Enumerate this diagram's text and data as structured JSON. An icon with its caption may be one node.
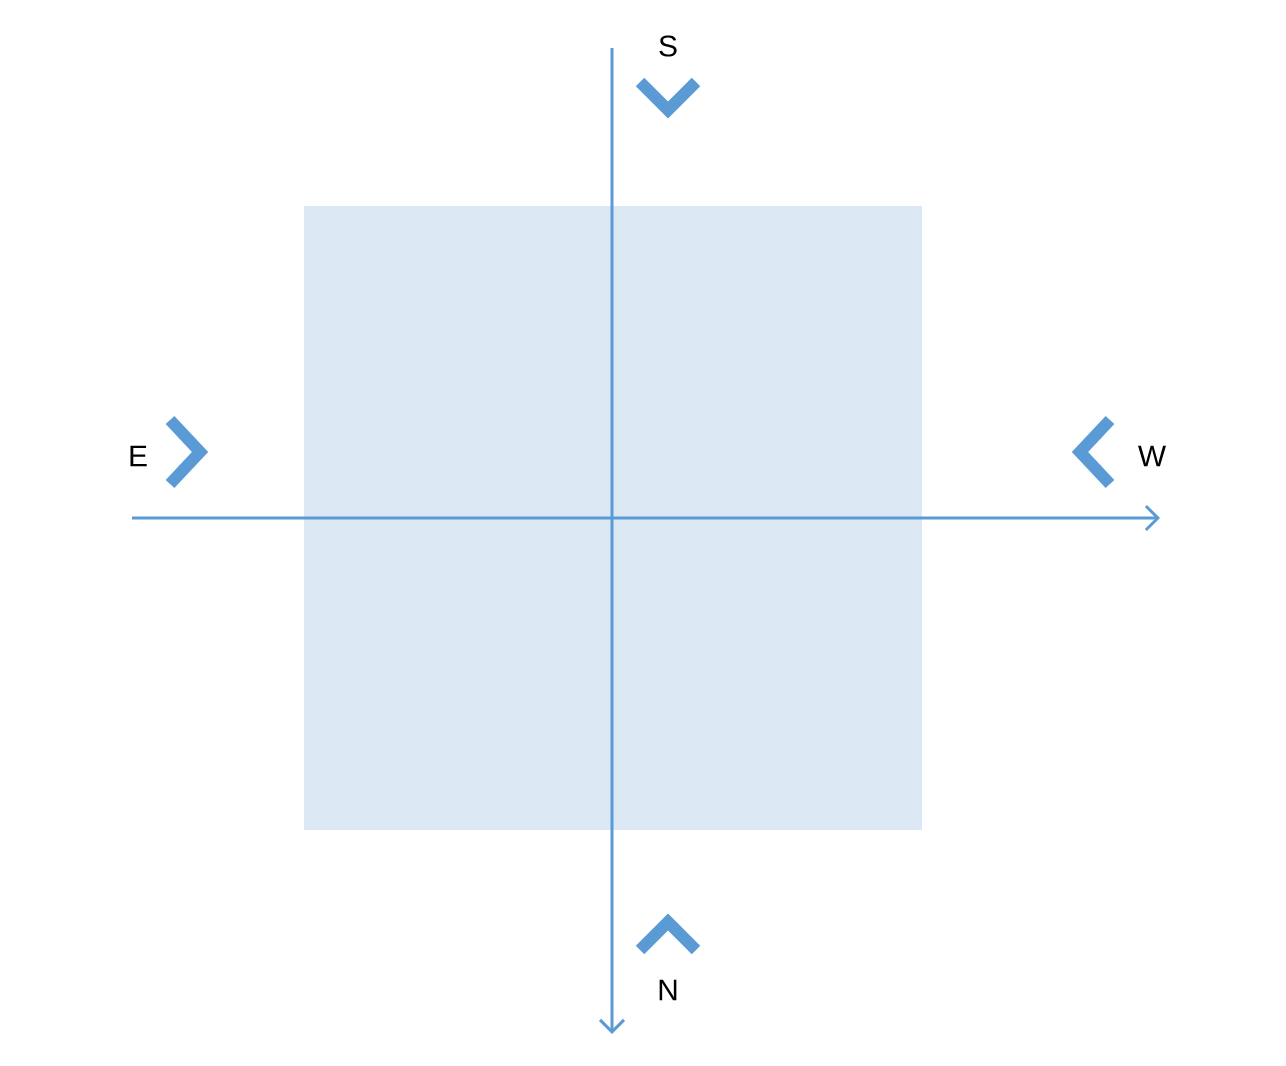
{
  "diagram": {
    "nodes": [
      {
        "text": [],
        "shape": "box"
      }
    ],
    "labels": [
      "S",
      "E",
      "W",
      "N"
    ]
  }
}
